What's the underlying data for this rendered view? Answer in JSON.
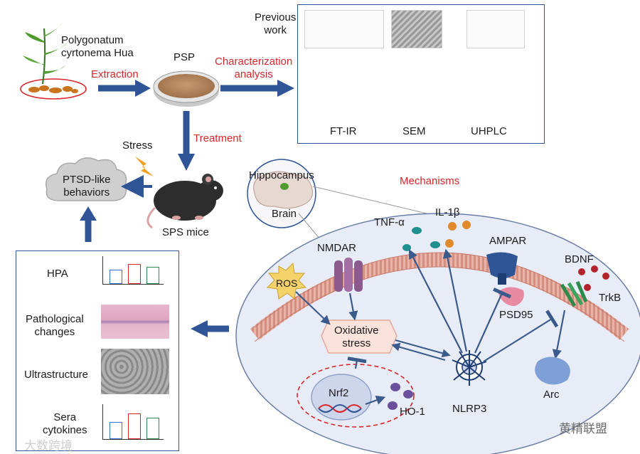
{
  "labels": {
    "plant": "Polygonatum\ncyrtonema Hua",
    "extraction": "Extraction",
    "psp": "PSP",
    "characterization": "Characterization\nanalysis",
    "previous_work": "Previous\nwork",
    "ftir": "FT-IR",
    "sem": "SEM",
    "uhplc": "UHPLC",
    "treatment": "Treatment",
    "stress": "Stress",
    "ptsd": "PTSD-like\nbehaviors",
    "sps_mice": "SPS mice",
    "hippocampus": "Hippocampus",
    "brain": "Brain",
    "mechanisms": "Mechanisms",
    "hpa": "HPA",
    "pathological": "Pathological\nchanges",
    "ultrastructure": "Ultrastructure",
    "sera": "Sera\ncytokines",
    "tnf": "TNF-α",
    "il1b": "IL-1β",
    "nmdar": "NMDAR",
    "ampar": "AMPAR",
    "bdnf": "BDNF",
    "trkb": "TrkB",
    "ros": "ROS",
    "oxidative": "Oxidative\nstress",
    "psd95": "PSD95",
    "nrf2": "Nrf2",
    "ho1": "HO-1",
    "nlrp3": "NLRP3",
    "arc": "Arc",
    "watermark_left": "大数跨境",
    "watermark_right": "黄精联盟"
  },
  "colors": {
    "arrow_blue": "#2f5597",
    "accent_red": "#d8262b",
    "cell_fill": "#e8ecf6",
    "membrane": "#d99a8f",
    "oxidative_fill": "#fbe3dc"
  }
}
